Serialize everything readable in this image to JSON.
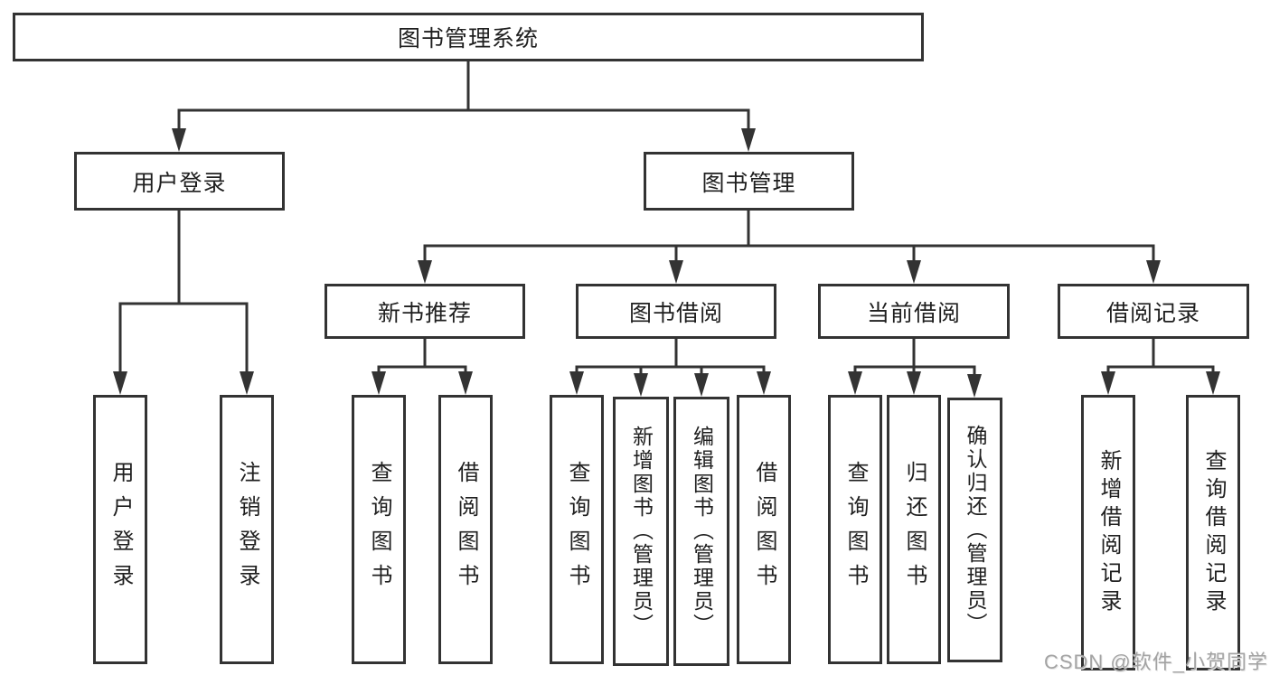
{
  "diagram": {
    "root": {
      "label": "图书管理系统"
    },
    "branches": [
      {
        "label": "用户登录",
        "leaves": [
          {
            "label": "用户登录"
          },
          {
            "label": "注销登录"
          }
        ]
      },
      {
        "label": "图书管理",
        "groups": [
          {
            "label": "新书推荐",
            "leaves": [
              {
                "label": "查询图书"
              },
              {
                "label": "借阅图书"
              }
            ]
          },
          {
            "label": "图书借阅",
            "leaves": [
              {
                "label": "查询图书"
              },
              {
                "label": "新增图书（管理员）"
              },
              {
                "label": "编辑图书（管理员）"
              },
              {
                "label": "借阅图书"
              }
            ]
          },
          {
            "label": "当前借阅",
            "leaves": [
              {
                "label": "查询图书"
              },
              {
                "label": "归还图书"
              },
              {
                "label": "确认归还（管理员）"
              }
            ]
          },
          {
            "label": "借阅记录",
            "leaves": [
              {
                "label": "新增借阅记录"
              },
              {
                "label": "查询借阅记录"
              }
            ]
          }
        ]
      }
    ]
  },
  "watermark": {
    "text": "CSDN @软件_小贺同学"
  },
  "colors": {
    "line": "#333333",
    "text": "#1f1f1f",
    "watermark": "#a3a3a3",
    "background": "#ffffff"
  }
}
